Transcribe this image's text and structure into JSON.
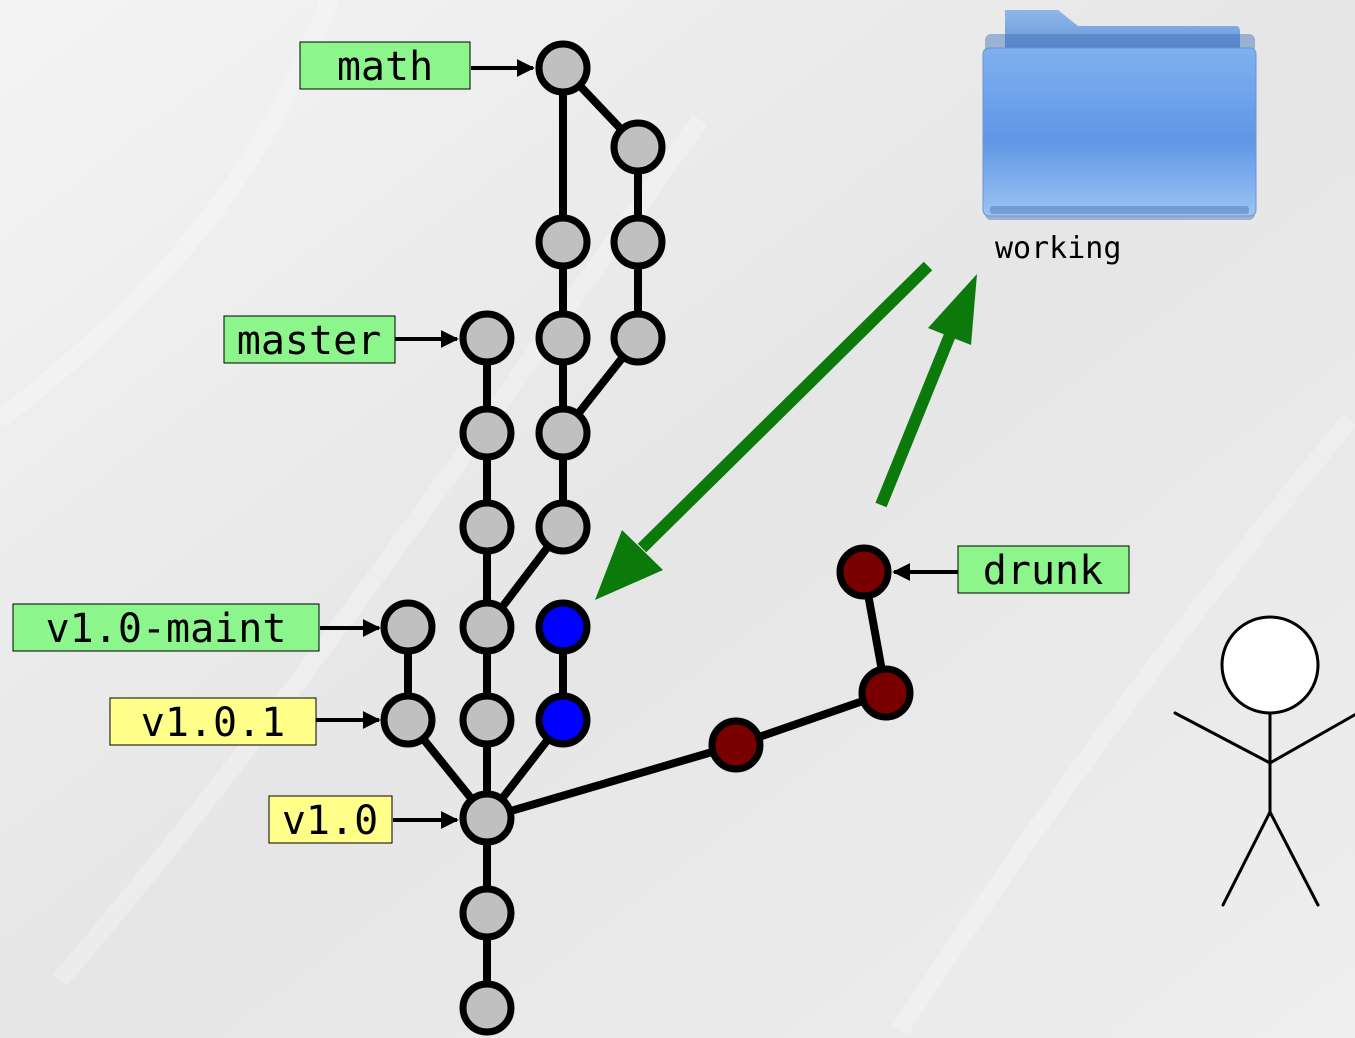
{
  "colors": {
    "branch_label_fill": "#8cf58c",
    "tag_label_fill": "#ffff8a",
    "commit_gray": "#c0c0c0",
    "commit_blue": "#0000ff",
    "commit_dark_red": "#7a0000",
    "flow_arrow_green": "#0b7a0b",
    "edge_black": "#000000"
  },
  "branches": [
    {
      "label": "math"
    },
    {
      "label": "master"
    },
    {
      "label": "v1.0-maint"
    },
    {
      "label": "drunk"
    }
  ],
  "tags": [
    {
      "label": "v1.0.1"
    },
    {
      "label": "v1.0"
    }
  ],
  "working_directory": {
    "label": "working",
    "icon": "folder-icon"
  },
  "person_icon": "stick-figure-icon"
}
